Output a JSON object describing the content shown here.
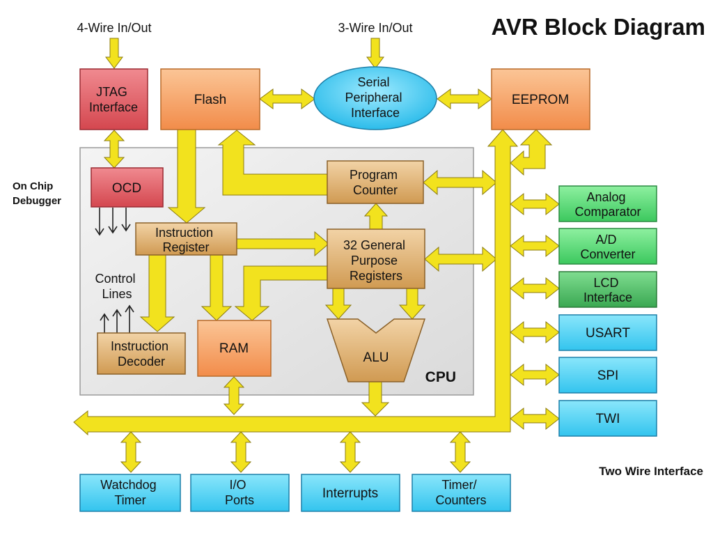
{
  "title": "AVR Block Diagram",
  "labels": {
    "four_wire": "4-Wire In/Out",
    "three_wire": "3-Wire In/Out",
    "on_chip_debugger": [
      "On Chip",
      "Debugger"
    ],
    "two_wire_interface": "Two Wire Interface",
    "control_lines": [
      "Control",
      "Lines"
    ],
    "cpu": "CPU"
  },
  "blocks": {
    "jtag": [
      "JTAG",
      "Interface"
    ],
    "flash": [
      "Flash"
    ],
    "spi_bus": [
      "Serial",
      "Peripheral",
      "Interface"
    ],
    "eeprom": [
      "EEPROM"
    ],
    "ocd": [
      "OCD"
    ],
    "program_counter": [
      "Program",
      "Counter"
    ],
    "instruction_register": [
      "Instruction",
      "Register"
    ],
    "gpr": [
      "32 General",
      "Purpose",
      "Registers"
    ],
    "instruction_decoder": [
      "Instruction",
      "Decoder"
    ],
    "ram": [
      "RAM"
    ],
    "alu": [
      "ALU"
    ],
    "analog_comparator": [
      "Analog",
      "Comparator"
    ],
    "adc": [
      "A/D",
      "Converter"
    ],
    "lcd": [
      "LCD",
      "Interface"
    ],
    "usart": [
      "USART"
    ],
    "spi": [
      "SPI"
    ],
    "twi": [
      "TWI"
    ],
    "watchdog": [
      "Watchdog",
      "Timer"
    ],
    "io_ports": [
      "I/O",
      "Ports"
    ],
    "interrupts": [
      "Interrupts"
    ],
    "timer": [
      "Timer/",
      "Counters"
    ]
  },
  "colors": {
    "bus_yellow": "#f2e21e",
    "bus_stroke": "#8a7a10",
    "orange": "#f7a56a",
    "tan": "#dcae6a",
    "red": "#e0606a",
    "green": "#5ed87a",
    "blue": "#4fd0f0",
    "cpu_gray": "#e8e8e8"
  }
}
